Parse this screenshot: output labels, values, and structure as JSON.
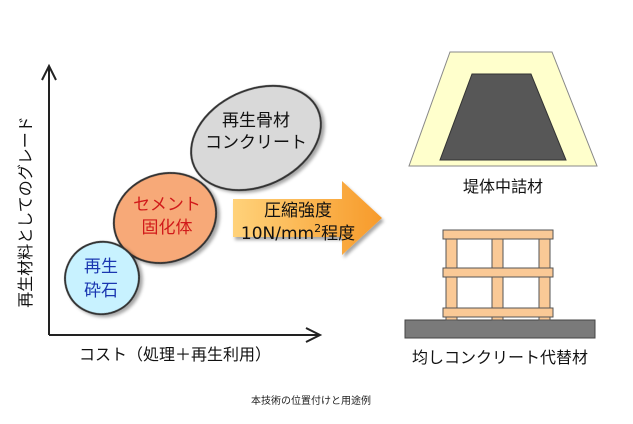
{
  "axes": {
    "y_label": "再生材料としてのグレード",
    "x_label": "コスト（処理＋再生利用）"
  },
  "ellipses": {
    "recycled_crushed": [
      "再生",
      "砕石"
    ],
    "cement_solidified": [
      "セメント",
      "固化体"
    ],
    "recycled_aggregate_concrete": [
      "再生骨材",
      "コンクリート"
    ]
  },
  "arrow": {
    "line1": "圧縮強度",
    "line2_prefix": "10N/mm",
    "line2_sup": "2",
    "line2_suffix": "程度"
  },
  "uses": {
    "embankment_label": "堤体中詰材",
    "leveling_label": "均しコンクリート代替材"
  },
  "caption": "本技術の位置付けと用途例",
  "colors": {
    "ellipse_gray": "#d9d9d9",
    "ellipse_orange": "#f7a978",
    "ellipse_cyan": "#c8f2ff",
    "ellipse_border": "#333333",
    "arrow_orange": "#f79a2a",
    "embankment_outer": "#ffffcc",
    "embankment_inner": "#575757",
    "frame_orange": "#fac996",
    "slab_gray": "#7a7a7a"
  }
}
